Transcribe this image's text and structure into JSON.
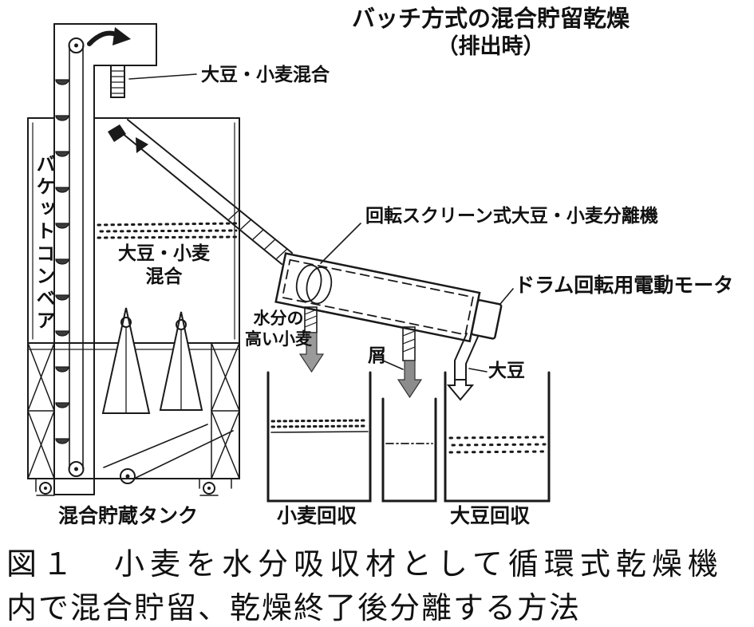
{
  "figure": {
    "title_line1": "バッチ方式の混合貯留乾燥",
    "title_line2": "（排出時）",
    "labels": {
      "feed_mix": "大豆・小麦混合",
      "bucket_conveyor": "バケットコンベア",
      "tank_contents_line1": "大豆・小麦",
      "tank_contents_line2": "混合",
      "separator": "回転スクリーン式大豆・小麦分離機",
      "motor": "ドラム回転用電動モータ",
      "wet_wheat_line1": "水分の",
      "wet_wheat_line2": "高い小麦",
      "scraps": "屑",
      "soybean": "大豆",
      "storage_tank": "混合貯蔵タンク",
      "wheat_recovery": "小麦回収",
      "soybean_recovery": "大豆回収"
    },
    "caption_line1": "図１　小麦を水分吸収材として循環式乾燥機",
    "caption_line2": "内で混合貯留、乾燥終了後分離する方法",
    "colors": {
      "line": "#1a1a1a",
      "background": "#ffffff"
    }
  }
}
